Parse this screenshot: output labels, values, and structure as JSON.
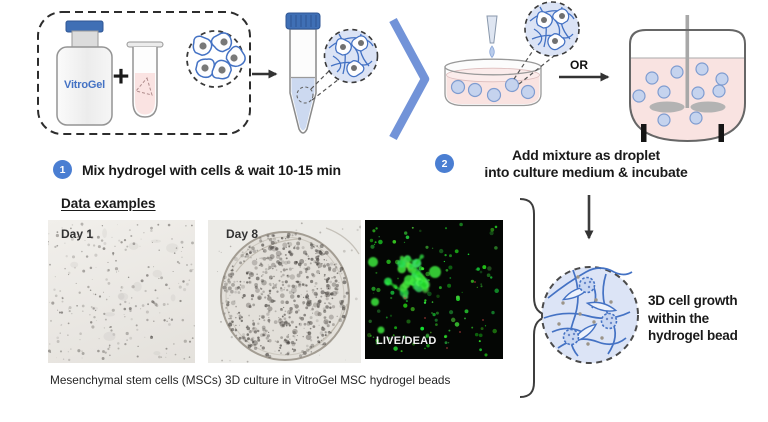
{
  "figure": {
    "vial_label": "VitroGel",
    "plus_sign": "+",
    "or_label": "OR",
    "step1": {
      "number": "1",
      "label": "Mix hydrogel with cells & wait 10-15 min"
    },
    "step2": {
      "number": "2",
      "line1": "Add mixture as droplet",
      "line2": "into culture medium & incubate"
    },
    "result": {
      "line1": "3D cell growth",
      "line2": "within the",
      "line3": "hydrogel bead"
    }
  },
  "data_section": {
    "heading": "Data examples",
    "images": [
      {
        "label": "Day 1"
      },
      {
        "label": "Day 8"
      },
      {
        "label": "LIVE/DEAD"
      }
    ],
    "caption": "Mesenchymal stem cells (MSCs) 3D culture in VitroGel MSC hydrogel beads"
  },
  "colors": {
    "accent_blue": "#4472C4",
    "chevron_blue": "#7293D8",
    "step_badge_blue": "#4A7ED2",
    "cap_blue": "#3F6FB5",
    "medium_pink": "#F9E3E1",
    "bead_blue": "#C5D3EE",
    "gel_fill": "#DCE4F6",
    "live_green": "#2CD42C"
  }
}
